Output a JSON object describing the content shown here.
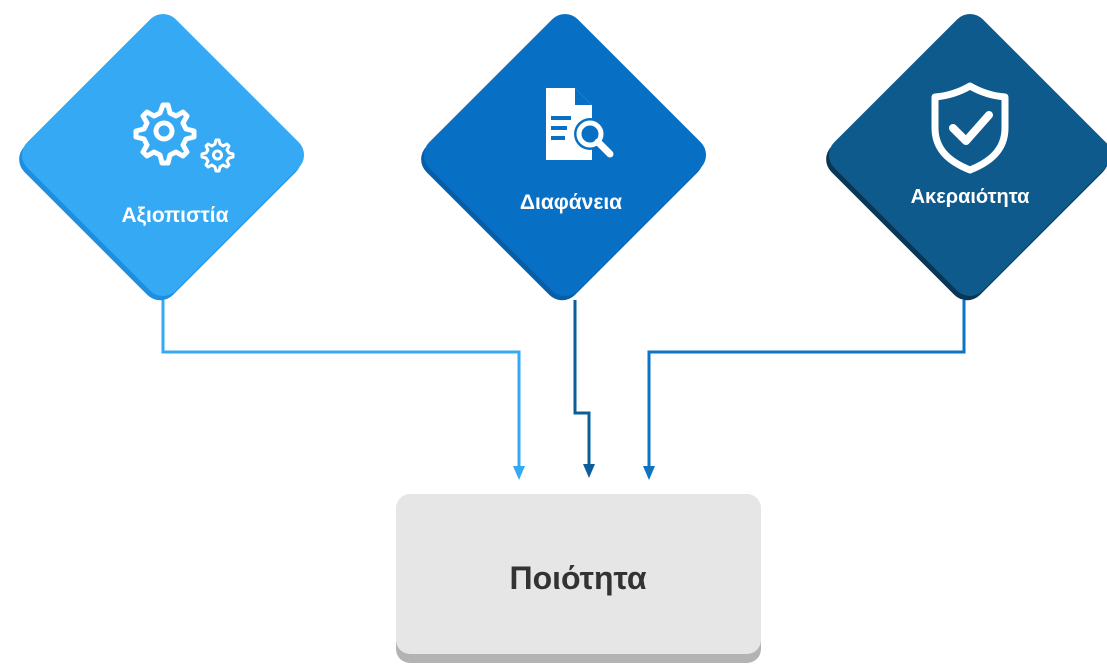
{
  "diagram": {
    "inputs": [
      {
        "id": "reliability",
        "label": "Αξιοπιστία",
        "icon": "gears-icon",
        "color": "#36a9f5",
        "shadow": "#1e8ee0",
        "line_color": "#36a9f5"
      },
      {
        "id": "transparency",
        "label": "Διαφάνεια",
        "icon": "document-search-icon",
        "color": "#0870c4",
        "shadow": "#075ea8",
        "line_color": "#0b5e99"
      },
      {
        "id": "integrity",
        "label": "Ακεραιότητα",
        "icon": "shield-check-icon",
        "color": "#0f5a8c",
        "shadow": "#0a3656",
        "line_color": "#0e73c2"
      }
    ],
    "target": {
      "label": "Ποιότητα",
      "color": "#e6e6e6",
      "shadow": "#b3b3b3",
      "text_color": "#333333"
    }
  }
}
